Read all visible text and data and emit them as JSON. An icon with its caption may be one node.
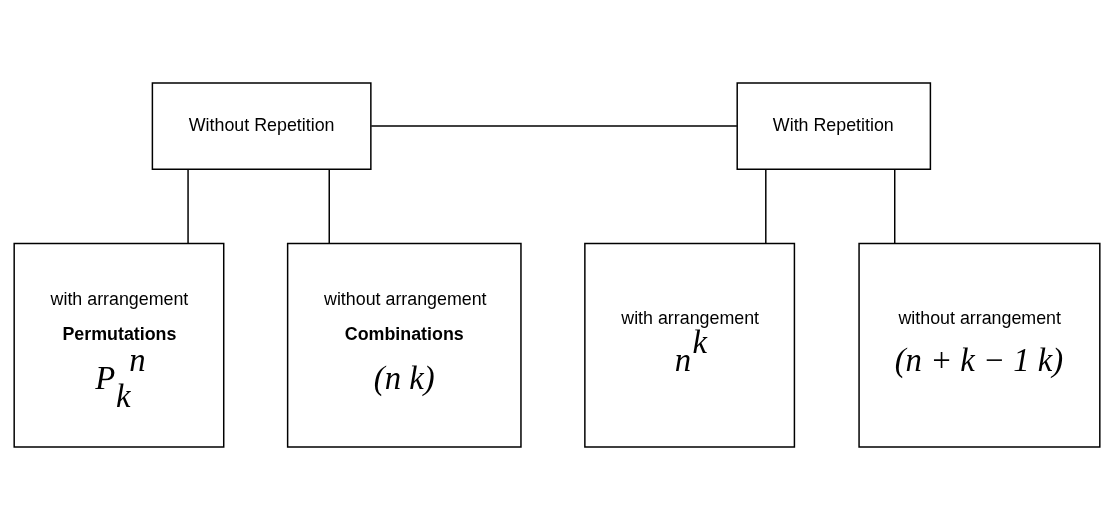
{
  "diagram": {
    "nodes": [
      {
        "text": [
          "Without Repetition"
        ]
      },
      {
        "text": [
          "With Repetition"
        ]
      },
      {
        "text": [
          "with arrangement",
          "Permutations",
          "P$_{k}$$^{n}$"
        ]
      },
      {
        "text": [
          "without arrangement",
          "Combinations",
          "(n k)"
        ]
      },
      {
        "text": [
          "with arrangement",
          "n$^{k}$"
        ]
      },
      {
        "text": [
          "without arrangement",
          "(n + k − 1 k)"
        ]
      }
    ],
    "edges": [
      {
        "from": 0,
        "to": 1,
        "arrow": "none"
      },
      {
        "from": 0,
        "to": 2,
        "arrow": "none"
      },
      {
        "from": 0,
        "to": 3,
        "arrow": "none"
      },
      {
        "from": 1,
        "to": 4,
        "arrow": "none"
      },
      {
        "from": 1,
        "to": 5,
        "arrow": "none"
      }
    ]
  }
}
